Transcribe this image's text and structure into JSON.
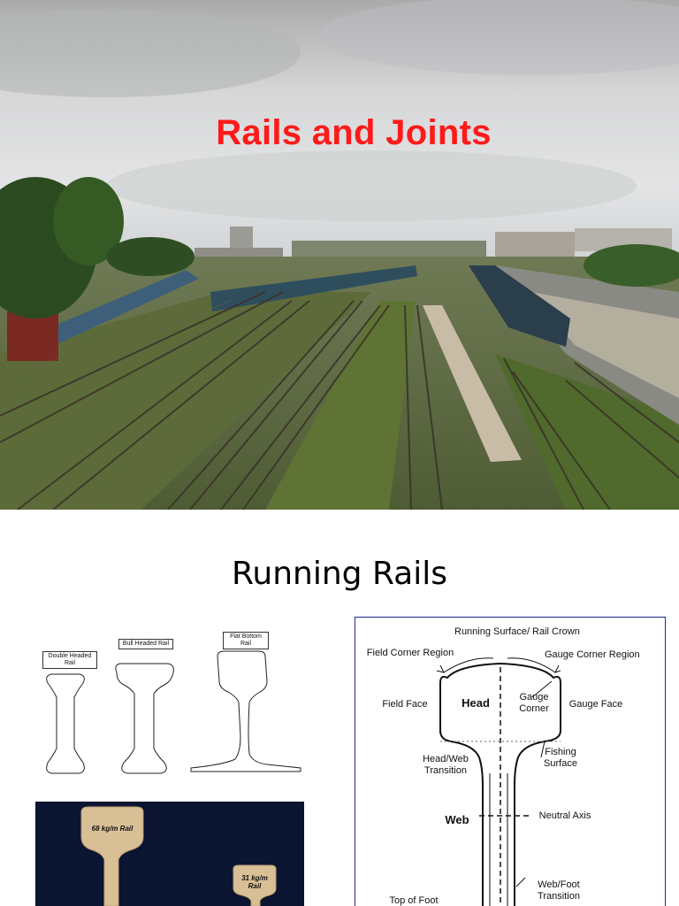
{
  "slide1": {
    "title": "Rails and Joints",
    "photo": "railway yard with tracks and trains under cloudy sky"
  },
  "slide2": {
    "title": "Running Rails",
    "rail_types": [
      "Double Headed Rail",
      "Bull Headed Rail",
      "Flat Bottom Rail"
    ],
    "rail_samples": [
      "68 kg/m Rail",
      "31 kg/m Rail"
    ],
    "diagram": {
      "running_surface": "Running Surface/ Rail Crown",
      "field_corner": "Field Corner Region",
      "gauge_corner_region": "Gauge Corner Region",
      "field_face": "Field Face",
      "head": "Head",
      "gauge_corner": "Gauge Corner",
      "gauge_face": "Gauge Face",
      "head_web": "Head/Web Transition",
      "fishing_surface": "Fishing Surface",
      "web": "Web",
      "neutral_axis": "Neutral Axis",
      "web_foot": "Web/Foot Transition",
      "top_of_foot": "Top of Foot"
    }
  },
  "colors": {
    "title_red": "#ff1a1a",
    "diagram_border": "#1f2a8c"
  }
}
